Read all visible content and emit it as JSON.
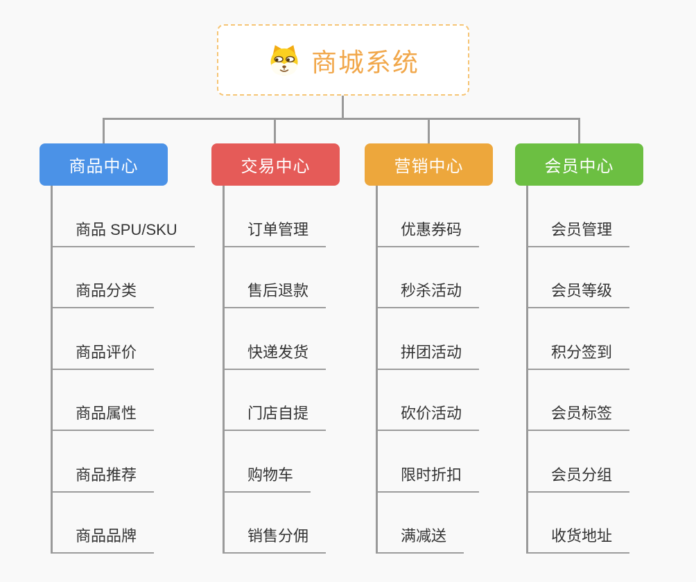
{
  "canvas": {
    "background": "#f9f9f9",
    "connector_color": "#9a9a9a",
    "underline_color": "#9b9b9b",
    "leaf_text_color": "#333333"
  },
  "root": {
    "title": "商城系统",
    "title_color": "#f1a74a",
    "border_color": "#f6c473",
    "icon": "dog-face-icon"
  },
  "branches": [
    {
      "id": "product-center",
      "label": "商品中心",
      "color": "#4b92e7",
      "items": [
        "商品 SPU/SKU",
        "商品分类",
        "商品评价",
        "商品属性",
        "商品推荐",
        "商品品牌"
      ]
    },
    {
      "id": "trade-center",
      "label": "交易中心",
      "color": "#e55b58",
      "items": [
        "订单管理",
        "售后退款",
        "快递发货",
        "门店自提",
        "购物车",
        "销售分佣"
      ]
    },
    {
      "id": "marketing-center",
      "label": "营销中心",
      "color": "#eda73c",
      "items": [
        "优惠券码",
        "秒杀活动",
        "拼团活动",
        "砍价活动",
        "限时折扣",
        "满减送"
      ]
    },
    {
      "id": "member-center",
      "label": "会员中心",
      "color": "#6cbf42",
      "items": [
        "会员管理",
        "会员等级",
        "积分签到",
        "会员标签",
        "会员分组",
        "收货地址"
      ]
    }
  ]
}
